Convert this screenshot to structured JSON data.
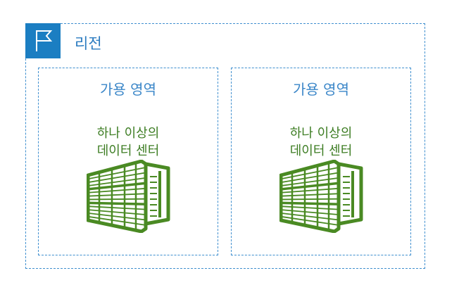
{
  "region": {
    "label": "리전",
    "icon": "flag-icon"
  },
  "availability_zones": [
    {
      "title": "가용 영역",
      "datacenter_line1": "하나 이상의",
      "datacenter_line2": "데이터 센터",
      "icon": "datacenter-building-icon"
    },
    {
      "title": "가용 영역",
      "datacenter_line1": "하나 이상의",
      "datacenter_line2": "데이터 센터",
      "icon": "datacenter-building-icon"
    }
  ],
  "colors": {
    "region_blue": "#1b7ec2",
    "label_blue": "#3a86c8",
    "datacenter_green": "#4a8a23",
    "datacenter_text_green": "#3d7d23"
  }
}
